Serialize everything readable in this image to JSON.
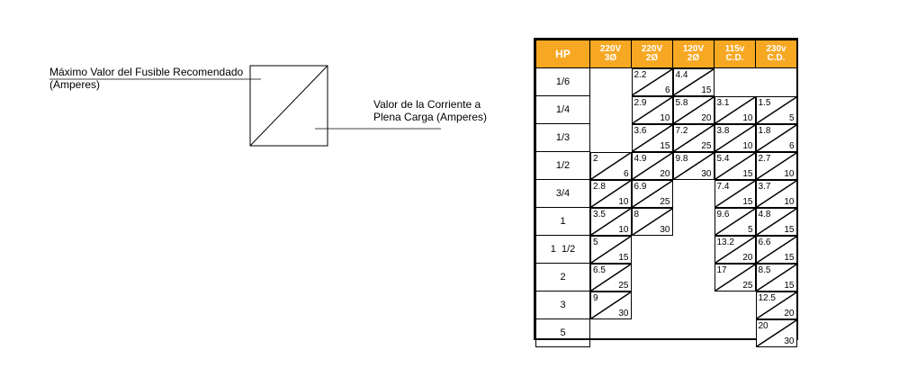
{
  "legend": {
    "max_fuse_label": [
      "Máximo Valor del Fusible Recomendado",
      "(Amperes)"
    ],
    "current_label": [
      "Valor de la Corriente a",
      "Plena Carga (Amperes)"
    ]
  },
  "table": {
    "header_hp": "HP",
    "columns": [
      {
        "line1": "220V",
        "line2": "3Ø"
      },
      {
        "line1": "220V",
        "line2": "2Ø"
      },
      {
        "line1": "120V",
        "line2": "2Ø"
      },
      {
        "line1": "115v",
        "line2": "C.D."
      },
      {
        "line1": "230v",
        "line2": "C.D."
      }
    ],
    "rows": [
      {
        "hp": "1/6",
        "cells": [
          null,
          {
            "current": "2.2",
            "fuse": "6"
          },
          {
            "current": "4.4",
            "fuse": "15"
          },
          null,
          null
        ]
      },
      {
        "hp": "1/4",
        "cells": [
          null,
          {
            "current": "2.9",
            "fuse": "10"
          },
          {
            "current": "5.8",
            "fuse": "20"
          },
          {
            "current": "3.1",
            "fuse": "10"
          },
          {
            "current": "1.5",
            "fuse": "5"
          }
        ]
      },
      {
        "hp": "1/3",
        "cells": [
          null,
          {
            "current": "3.6",
            "fuse": "15"
          },
          {
            "current": "7.2",
            "fuse": "25"
          },
          {
            "current": "3.8",
            "fuse": "10"
          },
          {
            "current": "1.8",
            "fuse": "6"
          }
        ]
      },
      {
        "hp": "1/2",
        "cells": [
          {
            "current": "2",
            "fuse": "6"
          },
          {
            "current": "4.9",
            "fuse": "20"
          },
          {
            "current": "9.8",
            "fuse": "30"
          },
          {
            "current": "5.4",
            "fuse": "15"
          },
          {
            "current": "2.7",
            "fuse": "10"
          }
        ]
      },
      {
        "hp": "3/4",
        "cells": [
          {
            "current": "2.8",
            "fuse": "10"
          },
          {
            "current": "6.9",
            "fuse": "25"
          },
          null,
          {
            "current": "7.4",
            "fuse": "15"
          },
          {
            "current": "3.7",
            "fuse": "10"
          }
        ]
      },
      {
        "hp": "1",
        "cells": [
          {
            "current": "3.5",
            "fuse": "10"
          },
          {
            "current": "8",
            "fuse": "30"
          },
          null,
          {
            "current": "9.6",
            "fuse": "5"
          },
          {
            "current": "4.8",
            "fuse": "15"
          }
        ]
      },
      {
        "hp": "1  1/2",
        "cells": [
          {
            "current": "5",
            "fuse": "15"
          },
          null,
          null,
          {
            "current": "13.2",
            "fuse": "20"
          },
          {
            "current": "6.6",
            "fuse": "15"
          }
        ]
      },
      {
        "hp": "2",
        "cells": [
          {
            "current": "6.5",
            "fuse": "25"
          },
          null,
          null,
          {
            "current": "17",
            "fuse": "25"
          },
          {
            "current": "8.5",
            "fuse": "15"
          }
        ]
      },
      {
        "hp": "3",
        "cells": [
          {
            "current": "9",
            "fuse": "30"
          },
          null,
          null,
          null,
          {
            "current": "12.5",
            "fuse": "20"
          }
        ]
      },
      {
        "hp": "5",
        "cells": [
          null,
          null,
          null,
          null,
          {
            "current": "20",
            "fuse": "30"
          }
        ]
      }
    ]
  }
}
